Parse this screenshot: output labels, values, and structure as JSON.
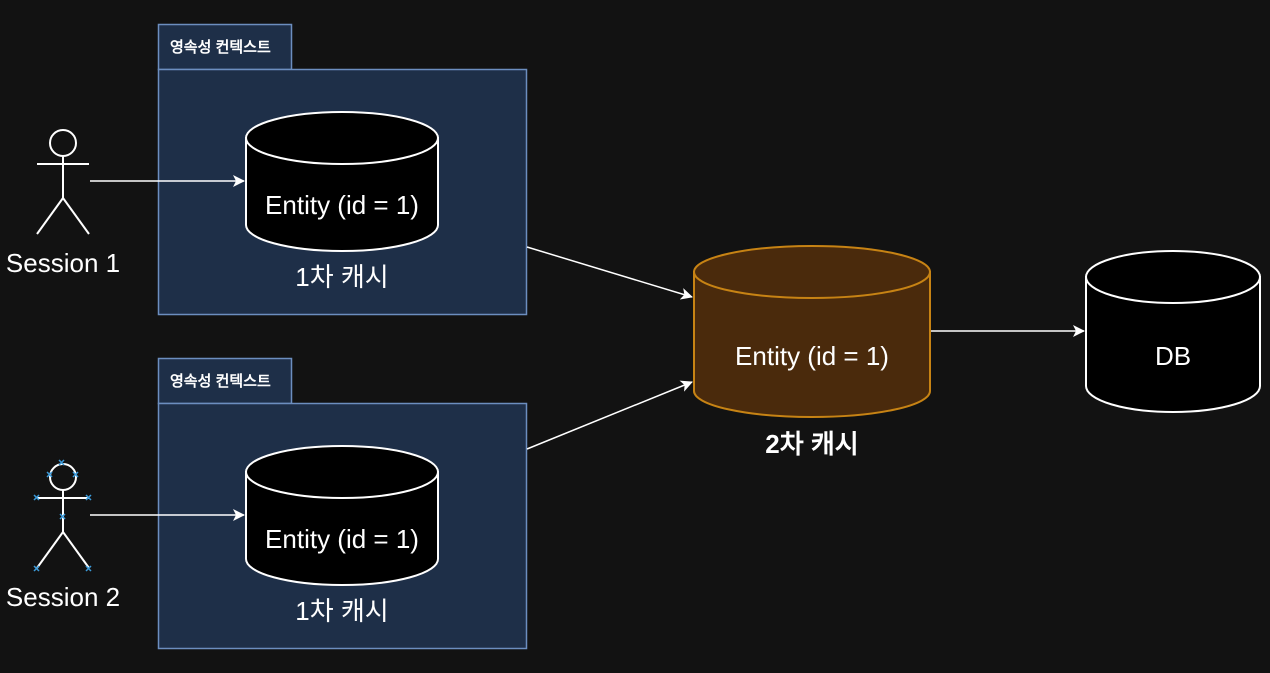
{
  "colors": {
    "background": "#121212",
    "context_fill": "#1e2f48",
    "context_stroke": "#6c8ebf",
    "l2_fill": "#4a2a0c",
    "l2_stroke": "#c78314",
    "line": "#ffffff",
    "selection_handle": "#3b9ad9"
  },
  "sessions": [
    {
      "label": "Session 1",
      "selected": false
    },
    {
      "label": "Session 2",
      "selected": true
    }
  ],
  "contexts": [
    {
      "tab_label": "영속성 컨텍스트",
      "cache_entity": "Entity (id = 1)",
      "cache_label": "1차 캐시"
    },
    {
      "tab_label": "영속성 컨텍스트",
      "cache_entity": "Entity (id = 1)",
      "cache_label": "1차 캐시"
    }
  ],
  "second_level_cache": {
    "entity": "Entity (id = 1)",
    "label": "2차 캐시"
  },
  "database": {
    "label": "DB"
  }
}
